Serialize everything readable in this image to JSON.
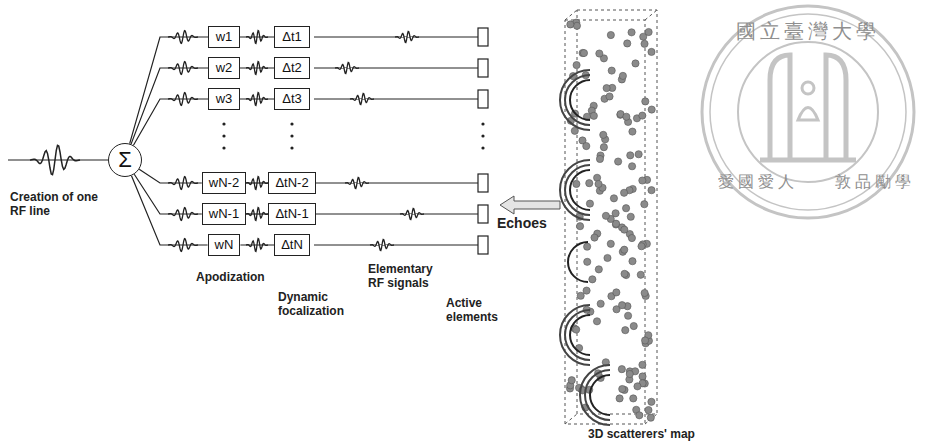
{
  "diagram": {
    "nodes": [
      {
        "text": [
          "Σ"
        ]
      },
      {
        "text": [
          "w1"
        ]
      },
      {
        "text": [
          "Δt1"
        ]
      },
      {
        "text": [
          "w2"
        ]
      },
      {
        "text": [
          "Δt2"
        ]
      },
      {
        "text": [
          "w3"
        ]
      },
      {
        "text": [
          "Δt3"
        ]
      },
      {
        "text": [
          "wN-2"
        ]
      },
      {
        "text": [
          "ΔtN-2"
        ]
      },
      {
        "text": [
          "wN-1"
        ]
      },
      {
        "text": [
          "ΔtN-1"
        ]
      },
      {
        "text": [
          "wN"
        ]
      },
      {
        "text": [
          "ΔtN"
        ]
      }
    ],
    "edges": [
      {
        "from": 0,
        "to": 1,
        "arrow": "none"
      },
      {
        "from": 0,
        "to": 3,
        "arrow": "none"
      },
      {
        "from": 0,
        "to": 5,
        "arrow": "none"
      },
      {
        "from": 0,
        "to": 7,
        "arrow": "none"
      },
      {
        "from": 0,
        "to": 9,
        "arrow": "none"
      },
      {
        "from": 0,
        "to": 11,
        "arrow": "none"
      },
      {
        "from": 1,
        "to": 2,
        "arrow": "none"
      },
      {
        "from": 3,
        "to": 4,
        "arrow": "none"
      },
      {
        "from": 5,
        "to": 6,
        "arrow": "none"
      },
      {
        "from": 7,
        "to": 8,
        "arrow": "none"
      },
      {
        "from": 9,
        "to": 10,
        "arrow": "none"
      },
      {
        "from": 11,
        "to": 12,
        "arrow": "none"
      }
    ],
    "labels": [
      "Creation of one RF line",
      "Apodization",
      "Dynamic focalization",
      "Elementary RF signals",
      "Active elements",
      "Echoes",
      "3D scatterers' map",
      "國立臺灣大學",
      "敦品勵學",
      "愛國愛人"
    ]
  }
}
